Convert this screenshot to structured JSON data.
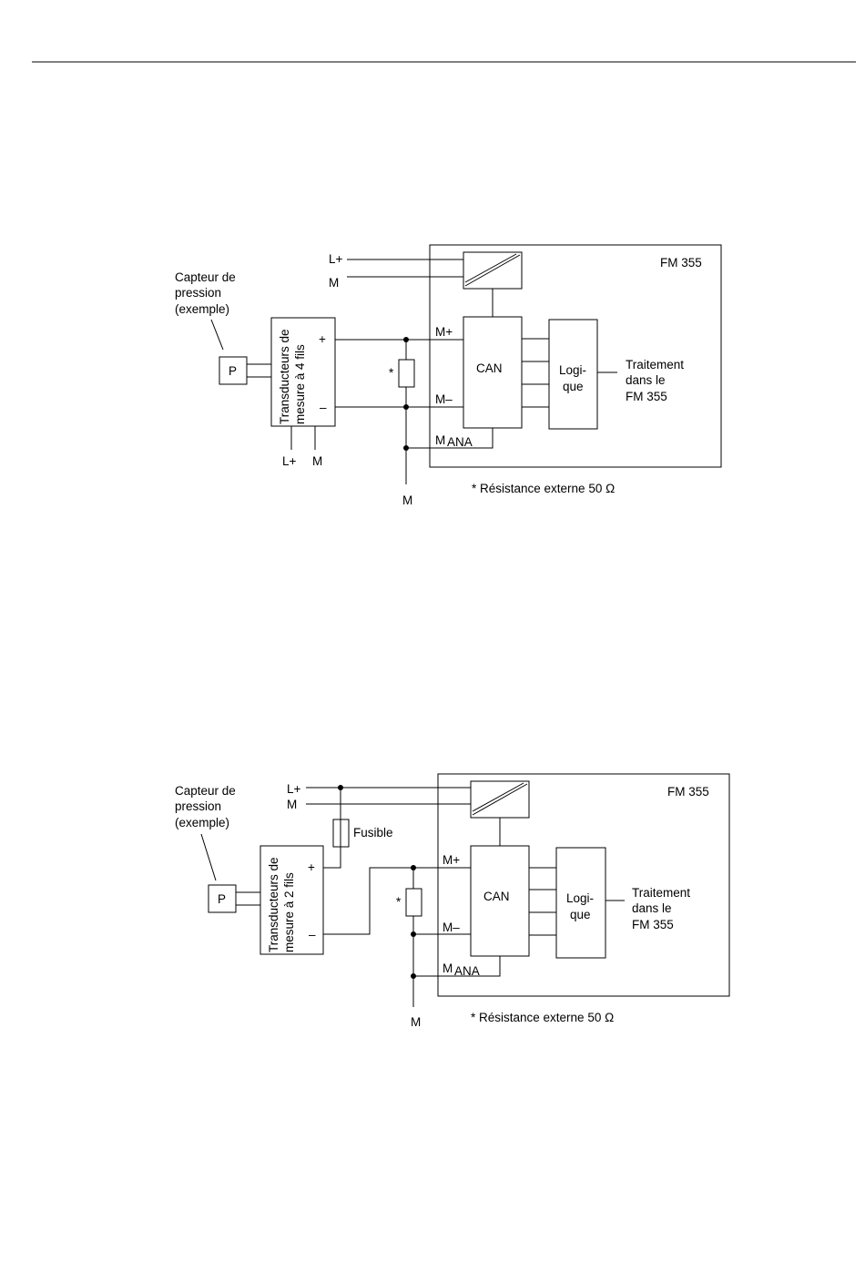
{
  "diagram1": {
    "supply_lplus": "L+",
    "supply_m": "M",
    "sensor_caption": [
      "Capteur de",
      "pression",
      "(exemple)"
    ],
    "sensor_label": "P",
    "transducer_label": [
      "Transducteurs de",
      "mesure à 4 fils"
    ],
    "plus": "+",
    "minus": "–",
    "transducer_lplus": "L+",
    "transducer_m": "M",
    "resistor_mark": "*",
    "module_title": "FM 355",
    "m_plus": "M+",
    "m_minus": "M–",
    "m_ana_main": "M",
    "m_ana_sub": "ANA",
    "can_label": "CAN",
    "logic_label": [
      "Logi-",
      "que"
    ],
    "processing_label": [
      "Traitement",
      "dans le",
      "FM 355"
    ],
    "ground_m": "M",
    "footnote": "* Résistance externe 50  Ω"
  },
  "diagram2": {
    "supply_lplus": "L+",
    "supply_m": "M",
    "sensor_caption": [
      "Capteur de",
      "pression",
      "(exemple)"
    ],
    "sensor_label": "P",
    "fuse_label": "Fusible",
    "transducer_label": [
      "Transducteurs de",
      "mesure à 2 fils"
    ],
    "plus": "+",
    "minus": "–",
    "resistor_mark": "*",
    "module_title": "FM 355",
    "m_plus": "M+",
    "m_minus": "M–",
    "m_ana_main": "M",
    "m_ana_sub": "ANA",
    "can_label": "CAN",
    "logic_label": [
      "Logi-",
      "que"
    ],
    "processing_label": [
      "Traitement",
      "dans le",
      "FM 355"
    ],
    "ground_m": "M",
    "footnote": "* Résistance externe 50  Ω"
  }
}
